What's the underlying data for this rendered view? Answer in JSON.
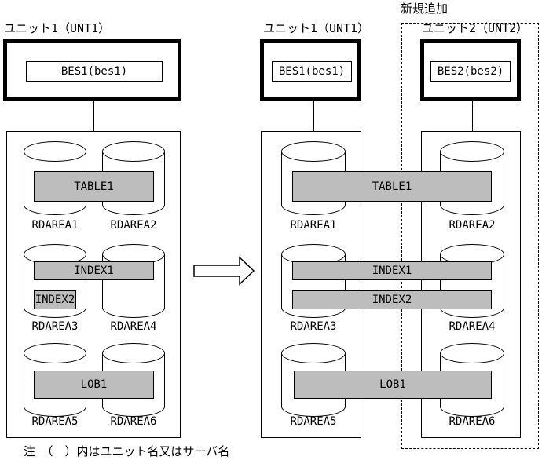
{
  "figure": {
    "note": "注　（　）内はユニット名又はサーバ名",
    "colors": {
      "band_fill": "#bdbdbd",
      "line": "#000000",
      "background": "#ffffff"
    }
  },
  "before": {
    "unit_label": "ユニット1（UNT1）",
    "server_label": "BES1(bes1)",
    "bands": {
      "table1": "TABLE1",
      "index1": "INDEX1",
      "index2": "INDEX2",
      "lob1": "LOB1"
    },
    "rdareas": [
      "RDAREA1",
      "RDAREA2",
      "RDAREA3",
      "RDAREA4",
      "RDAREA5",
      "RDAREA6"
    ]
  },
  "after": {
    "new_addition_label": "新規追加",
    "unit1_label": "ユニット1（UNT1）",
    "unit2_label": "ユニット2（UNT2）",
    "server1_label": "BES1(bes1)",
    "server2_label": "BES2(bes2)",
    "bands": {
      "table1": "TABLE1",
      "index1": "INDEX1",
      "index2": "INDEX2",
      "lob1": "LOB1"
    },
    "unit1_rdareas": [
      "RDAREA1",
      "RDAREA3",
      "RDAREA5"
    ],
    "unit2_rdareas": [
      "RDAREA2",
      "RDAREA4",
      "RDAREA6"
    ]
  }
}
